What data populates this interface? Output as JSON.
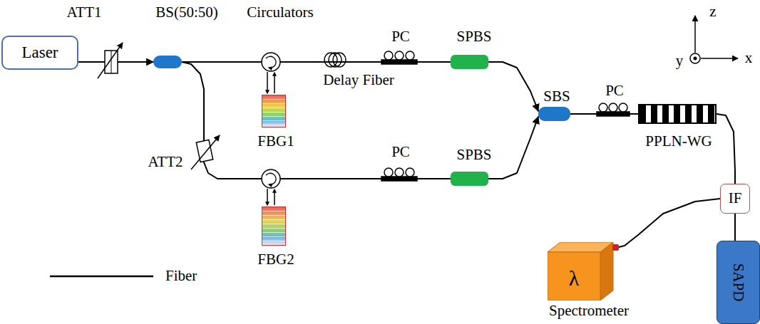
{
  "diagram": {
    "nodes": [
      {
        "text": [
          "Laser"
        ]
      },
      {
        "text": [
          "BS(50:50)"
        ]
      },
      {
        "text": [
          "FBG1"
        ]
      },
      {
        "text": [
          "SPBS"
        ]
      },
      {
        "text": [
          "FBG2"
        ]
      },
      {
        "text": [
          "SPBS"
        ]
      },
      {
        "text": [
          "SBS"
        ]
      },
      {
        "text": [
          "PPLN-WG"
        ]
      },
      {
        "text": [
          "IF"
        ]
      },
      {
        "text": [
          "λ",
          "Spectrometer"
        ]
      },
      {
        "text": [
          "SAPD"
        ]
      }
    ],
    "edges": [
      {
        "from": 0,
        "to": 1,
        "arrow": "to"
      },
      {
        "from": 1,
        "to": 3,
        "arrow": "none"
      },
      {
        "from": 1,
        "to": 5,
        "arrow": "none"
      },
      {
        "from": 3,
        "to": 6,
        "arrow": "to"
      },
      {
        "from": 5,
        "to": 6,
        "arrow": "to"
      },
      {
        "from": 6,
        "to": 7,
        "arrow": "none"
      },
      {
        "from": 7,
        "to": 8,
        "arrow": "none"
      },
      {
        "from": 8,
        "to": 9,
        "arrow": "none"
      },
      {
        "from": 8,
        "to": 10,
        "arrow": "none"
      }
    ],
    "labels": [
      "ATT1",
      "Circulators",
      "PC",
      "Delay Fiber",
      "ATT2",
      "PC",
      "PC",
      "z",
      "y",
      "x"
    ],
    "legend": [
      {
        "text": "Fiber"
      }
    ]
  }
}
